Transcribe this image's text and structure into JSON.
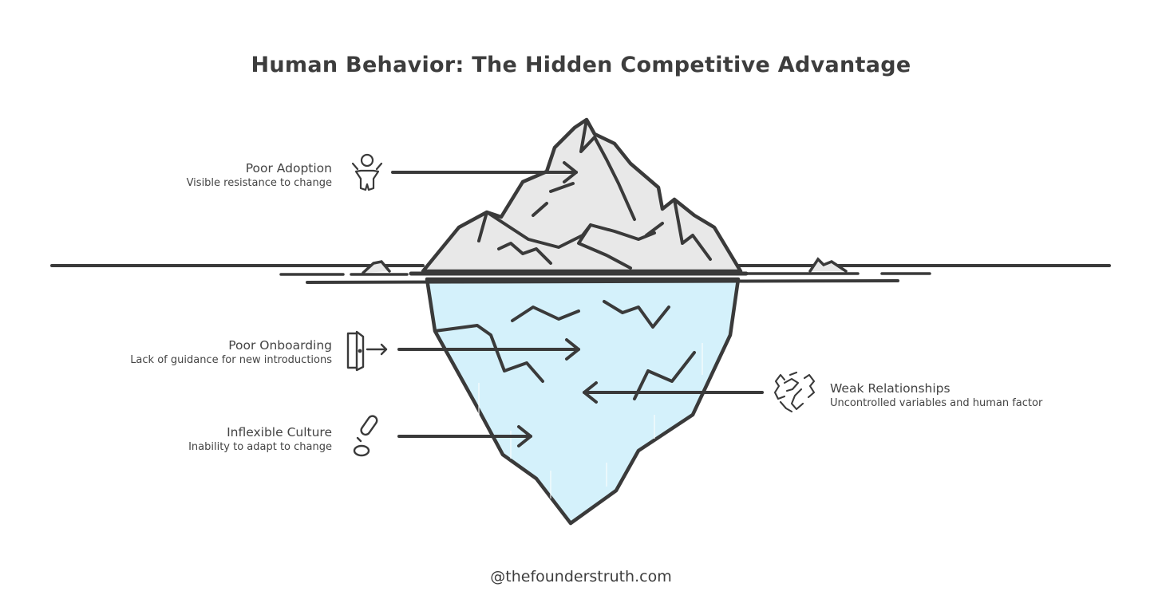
{
  "title": "Human Behavior: The Hidden Competitive Advantage",
  "footer": "@thefounderstruth.com",
  "items": [
    {
      "heading": "Poor Adoption",
      "description": "Visible resistance to change",
      "icon": "person-waving-icon"
    },
    {
      "heading": "Poor Onboarding",
      "description": "Lack of guidance for new introductions",
      "icon": "door-exit-icon"
    },
    {
      "heading": "Inflexible Culture",
      "description": "Inability to adapt to change",
      "icon": "broken-link-icon"
    },
    {
      "heading": "Weak Relationships",
      "description": "Uncontrolled variables and human factor",
      "icon": "handshake-icon"
    }
  ],
  "colors": {
    "ice_above": "#e8e8e8",
    "ice_below": "#d4f1fb",
    "stroke": "#3a3a3a"
  }
}
